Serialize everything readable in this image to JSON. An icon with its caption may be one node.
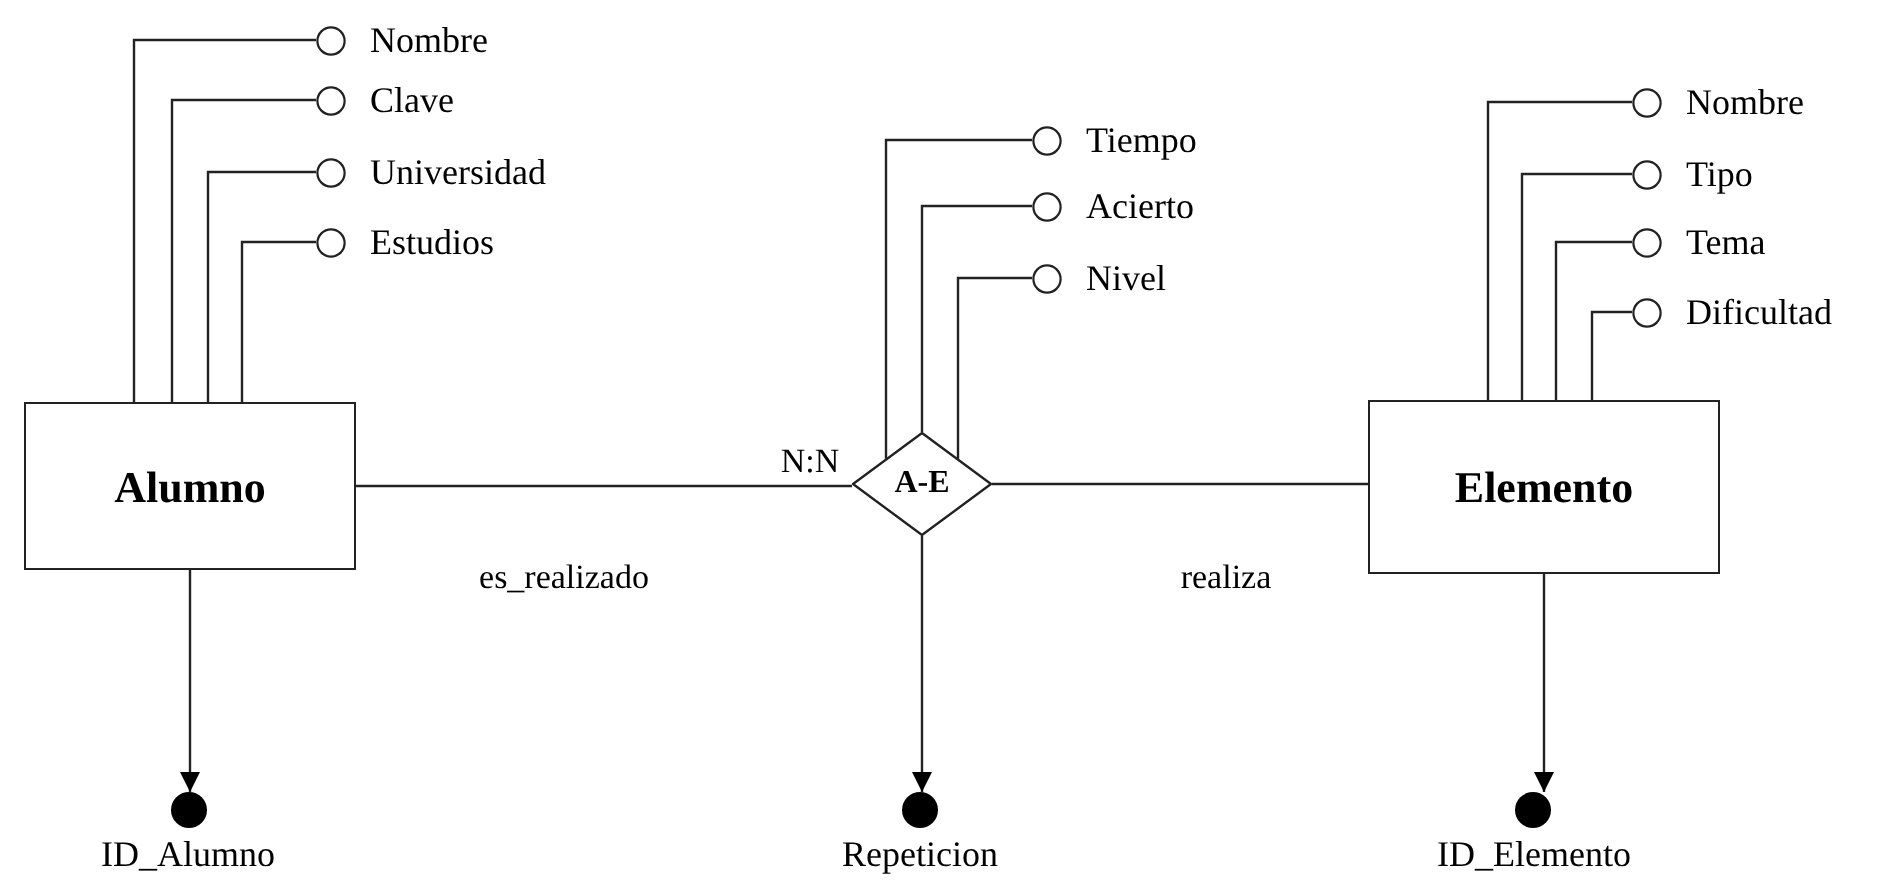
{
  "diagram": {
    "nodes": [
      {
        "text": [
          "Alumno"
        ]
      },
      {
        "text": [
          "Nombre"
        ]
      },
      {
        "text": [
          "Clave"
        ]
      },
      {
        "text": [
          "Universidad"
        ]
      },
      {
        "text": [
          "Estudios"
        ]
      },
      {
        "text": [
          "A-E"
        ]
      },
      {
        "text": [
          "Tiempo"
        ]
      },
      {
        "text": [
          "Acierto"
        ]
      },
      {
        "text": [
          "Nivel"
        ]
      },
      {
        "text": [
          "Elemento"
        ]
      },
      {
        "text": [
          "Nombre"
        ]
      },
      {
        "text": [
          "Tipo"
        ]
      },
      {
        "text": [
          "Tema"
        ]
      },
      {
        "text": [
          "Dificultad"
        ]
      },
      {
        "text": [
          "ID_Alumno"
        ]
      },
      {
        "text": [
          "Repeticion"
        ]
      },
      {
        "text": [
          "ID_Elemento"
        ]
      }
    ],
    "edges": [
      {
        "from": 0,
        "to": 1,
        "arrow": "none"
      },
      {
        "from": 0,
        "to": 2,
        "arrow": "none"
      },
      {
        "from": 0,
        "to": 3,
        "arrow": "none"
      },
      {
        "from": 0,
        "to": 4,
        "arrow": "none"
      },
      {
        "from": 5,
        "to": 6,
        "arrow": "none"
      },
      {
        "from": 5,
        "to": 7,
        "arrow": "none"
      },
      {
        "from": 5,
        "to": 8,
        "arrow": "none"
      },
      {
        "from": 9,
        "to": 10,
        "arrow": "none"
      },
      {
        "from": 9,
        "to": 11,
        "arrow": "none"
      },
      {
        "from": 9,
        "to": 12,
        "arrow": "none"
      },
      {
        "from": 9,
        "to": 13,
        "arrow": "none"
      },
      {
        "from": 0,
        "to": 5,
        "arrow": "none",
        "label": "es_realizado"
      },
      {
        "from": 5,
        "to": 9,
        "arrow": "none",
        "label": "realiza"
      },
      {
        "from": 0,
        "to": 14,
        "arrow": "to"
      },
      {
        "from": 5,
        "to": 15,
        "arrow": "to"
      },
      {
        "from": 9,
        "to": 16,
        "arrow": "to"
      }
    ],
    "labels": [
      "N:N"
    ]
  }
}
